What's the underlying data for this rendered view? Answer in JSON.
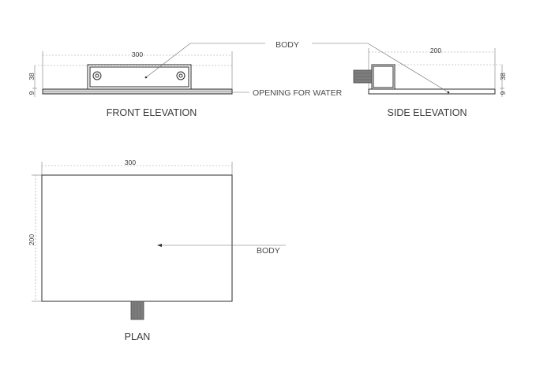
{
  "front_elevation": {
    "title": "FRONT ELEVATION",
    "dim_width": "300",
    "dim_height_top": "38",
    "dim_height_bottom": "9"
  },
  "side_elevation": {
    "title": "SIDE ELEVATION",
    "dim_width": "200",
    "dim_height_top": "38",
    "dim_height_bottom": "9"
  },
  "plan": {
    "title": "PLAN",
    "dim_width": "300",
    "dim_height": "200",
    "body_label": "BODY"
  },
  "annotations": {
    "body": "BODY",
    "opening": "OPENING FOR WATER"
  },
  "colors": {
    "line": "#2b2b2b",
    "tap_fill": "#7d7d7d",
    "plate_fill": "#d8d8d8"
  }
}
